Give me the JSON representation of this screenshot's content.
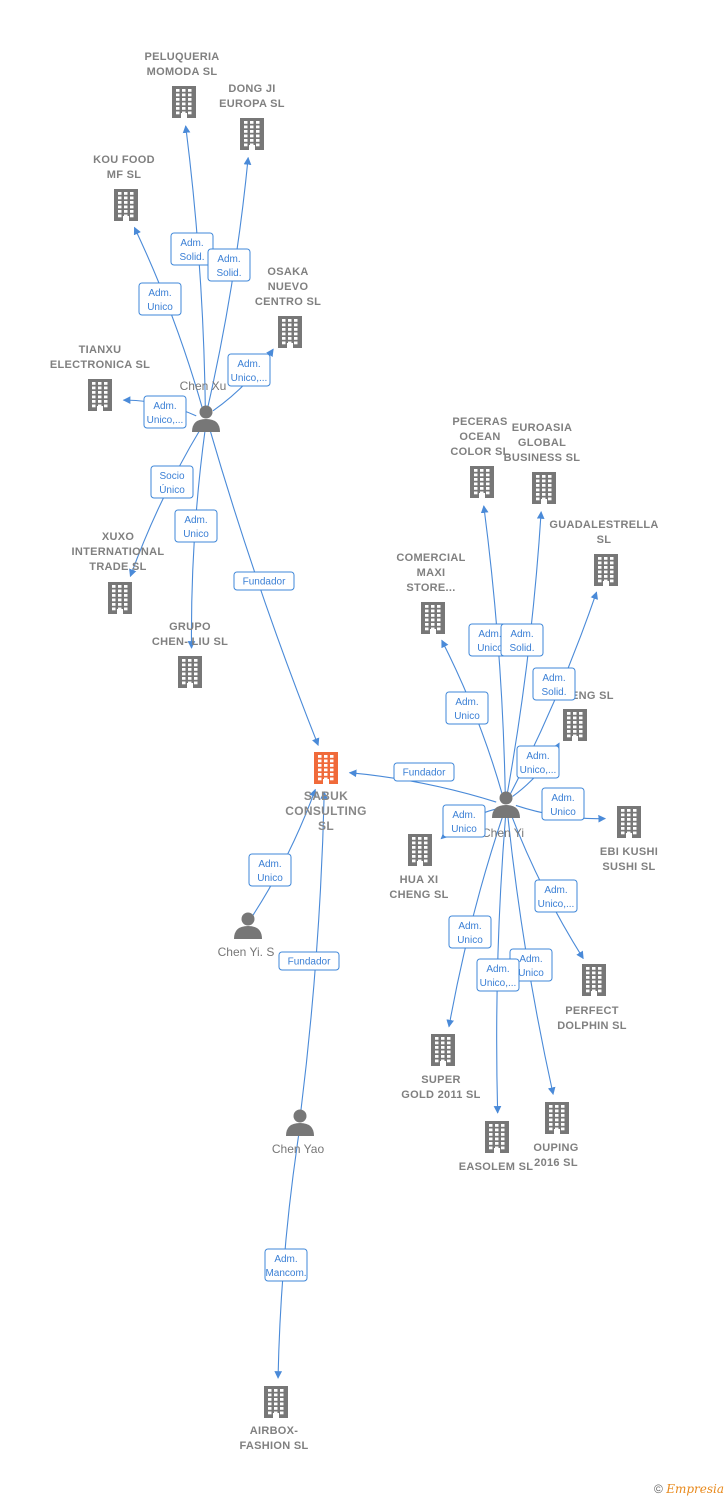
{
  "colors": {
    "edge": "#4a8ad8",
    "company": "#777777",
    "main_company": "#f06a3a",
    "person": "#777777"
  },
  "nodes": [
    {
      "id": "sabuk",
      "type": "company",
      "main": true,
      "label": [
        "SABUK",
        "CONSULTING",
        "SL"
      ]
    },
    {
      "id": "peluqueria",
      "type": "company",
      "label": [
        "PELUQUERIA",
        "MOMODA  SL"
      ]
    },
    {
      "id": "dongji",
      "type": "company",
      "label": [
        "DONG JI",
        "EUROPA SL"
      ]
    },
    {
      "id": "koufood",
      "type": "company",
      "label": [
        "KOU FOOD",
        "MF  SL"
      ]
    },
    {
      "id": "osaka",
      "type": "company",
      "label": [
        "OSAKA",
        "NUEVO",
        "CENTRO SL"
      ]
    },
    {
      "id": "tianxu",
      "type": "company",
      "label": [
        "TIANXU",
        "ELECTRONICA SL"
      ]
    },
    {
      "id": "xuxo",
      "type": "company",
      "label": [
        "XUXO",
        "INTERNATIONAL",
        "TRADE SL"
      ]
    },
    {
      "id": "chenliu",
      "type": "company",
      "label": [
        "GRUPO",
        "CHEN- LIU  SL"
      ]
    },
    {
      "id": "peceras",
      "type": "company",
      "label": [
        "PECERAS",
        "OCEAN",
        "COLOR  SL"
      ]
    },
    {
      "id": "euroasia",
      "type": "company",
      "label": [
        "EUROASIA",
        "GLOBAL",
        "BUSINESS SL"
      ]
    },
    {
      "id": "guadal",
      "type": "company",
      "label": [
        "GUADALESTRELLA",
        "SL"
      ]
    },
    {
      "id": "comercial",
      "type": "company",
      "label": [
        "COMERCIAL",
        "MAXI",
        "STORE..."
      ]
    },
    {
      "id": "zheng",
      "type": "company",
      "label": [
        "ZH…HENG SL"
      ]
    },
    {
      "id": "ebikushi",
      "type": "company",
      "label": [
        "EBI KUSHI",
        "SUSHI  SL"
      ]
    },
    {
      "id": "huaxi",
      "type": "company",
      "label": [
        "HUA XI",
        "CHENG SL"
      ]
    },
    {
      "id": "perfect",
      "type": "company",
      "label": [
        "PERFECT",
        "DOLPHIN  SL"
      ]
    },
    {
      "id": "supergold",
      "type": "company",
      "label": [
        "SUPER",
        "GOLD 2011 SL"
      ]
    },
    {
      "id": "easolem",
      "type": "company",
      "label": [
        "EASOLEM  SL"
      ]
    },
    {
      "id": "ouping",
      "type": "company",
      "label": [
        "OUPING",
        "2016  SL"
      ]
    },
    {
      "id": "airbox",
      "type": "company",
      "label": [
        "AIRBOX-",
        "FASHION  SL"
      ]
    },
    {
      "id": "chenxu",
      "type": "person",
      "label": [
        "Chen Xu"
      ]
    },
    {
      "id": "chenyi",
      "type": "person",
      "label": [
        "Chen Yi"
      ]
    },
    {
      "id": "chenyis",
      "type": "person",
      "label": [
        "Chen Yi.  S"
      ]
    },
    {
      "id": "chenyao",
      "type": "person",
      "label": [
        "Chen Yao"
      ]
    }
  ],
  "edges": [
    {
      "from": "chenxu",
      "to": "peluqueria",
      "label": [
        "Adm.",
        "Solid."
      ]
    },
    {
      "from": "chenxu",
      "to": "dongji",
      "label": [
        "Adm.",
        "Solid."
      ]
    },
    {
      "from": "chenxu",
      "to": "koufood",
      "label": [
        "Adm.",
        "Unico"
      ]
    },
    {
      "from": "chenxu",
      "to": "osaka",
      "label": [
        "Adm.",
        "Unico,..."
      ]
    },
    {
      "from": "chenxu",
      "to": "tianxu",
      "label": [
        "Adm.",
        "Unico,..."
      ]
    },
    {
      "from": "chenxu",
      "to": "xuxo",
      "label": [
        "Socio",
        "Único"
      ]
    },
    {
      "from": "chenxu",
      "to": "chenliu",
      "label": [
        "Adm.",
        "Unico"
      ]
    },
    {
      "from": "chenxu",
      "to": "sabuk",
      "label": [
        "Fundador"
      ]
    },
    {
      "from": "chenyi",
      "to": "sabuk",
      "label": [
        "Fundador"
      ]
    },
    {
      "from": "chenyi",
      "to": "peceras",
      "label": [
        "Adm.",
        "Unico"
      ]
    },
    {
      "from": "chenyi",
      "to": "euroasia",
      "label": [
        "Adm.",
        "Solid."
      ]
    },
    {
      "from": "chenyi",
      "to": "guadal",
      "label": [
        "Adm.",
        "Solid."
      ]
    },
    {
      "from": "chenyi",
      "to": "comercial",
      "label": [
        "Adm.",
        "Unico"
      ]
    },
    {
      "from": "chenyi",
      "to": "zheng",
      "label": [
        "Adm.",
        "Unico,..."
      ]
    },
    {
      "from": "chenyi",
      "to": "ebikushi",
      "label": [
        "Adm.",
        "Unico"
      ]
    },
    {
      "from": "chenyi",
      "to": "huaxi",
      "label": [
        "Adm.",
        "Unico"
      ]
    },
    {
      "from": "chenyi",
      "to": "perfect",
      "label": [
        "Adm.",
        "Unico,..."
      ]
    },
    {
      "from": "chenyi",
      "to": "supergold",
      "label": [
        "Adm.",
        "Unico"
      ]
    },
    {
      "from": "chenyi",
      "to": "easolem",
      "label": [
        "Adm.",
        "Unico"
      ]
    },
    {
      "from": "chenyi",
      "to": "ouping",
      "label": [
        "Adm.",
        "Unico,..."
      ]
    },
    {
      "from": "chenyis",
      "to": "sabuk",
      "label": [
        "Adm.",
        "Unico"
      ]
    },
    {
      "from": "chenyao",
      "to": "sabuk",
      "label": [
        "Fundador"
      ]
    },
    {
      "from": "chenyao",
      "to": "airbox",
      "label": [
        "Adm.",
        "Mancom."
      ]
    }
  ],
  "credit": {
    "copyright": "©",
    "brand": "Empresia"
  }
}
